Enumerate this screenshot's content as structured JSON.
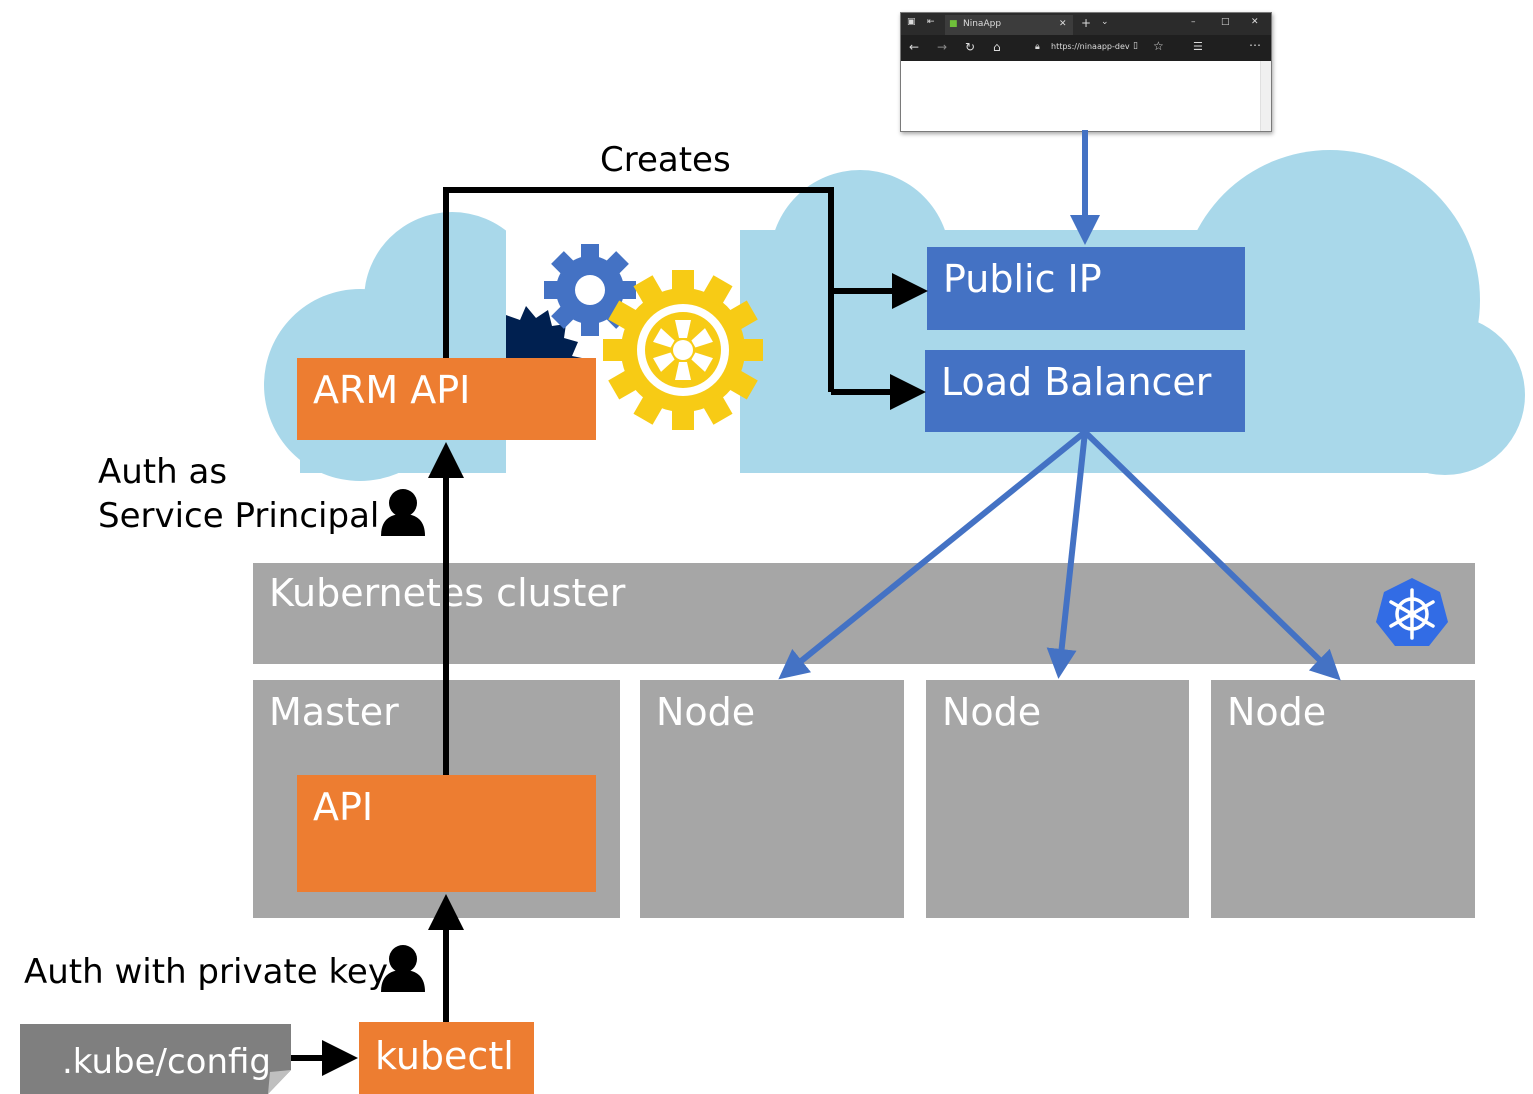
{
  "creates_label": "Creates",
  "arm_api": {
    "label": "ARM API"
  },
  "public_ip": {
    "label": "Public IP"
  },
  "load_balancer": {
    "label": "Load Balancer"
  },
  "auth_service_principal": {
    "line1": "Auth as",
    "line2": "Service Principal"
  },
  "cluster": {
    "label": "Kubernetes cluster"
  },
  "master": {
    "label": "Master",
    "api_label": "API"
  },
  "nodes": [
    {
      "label": "Node"
    },
    {
      "label": "Node"
    },
    {
      "label": "Node"
    }
  ],
  "auth_private_key": {
    "label": "Auth with private key"
  },
  "kubectl": {
    "label": "kubectl"
  },
  "kube_config": {
    "label": ".kube/config"
  },
  "browser": {
    "tab_title": "NinaApp",
    "url": "https://ninaapp-dev"
  },
  "colors": {
    "orange": "#ED7D31",
    "blue": "#4472C4",
    "gray": "#A6A6A6",
    "cloud": "#A9D8EA",
    "gear_yellow": "#F7CB15",
    "gear_blue": "#4472C4",
    "gear_navy": "#002050",
    "k8s_blue": "#326CE5"
  }
}
